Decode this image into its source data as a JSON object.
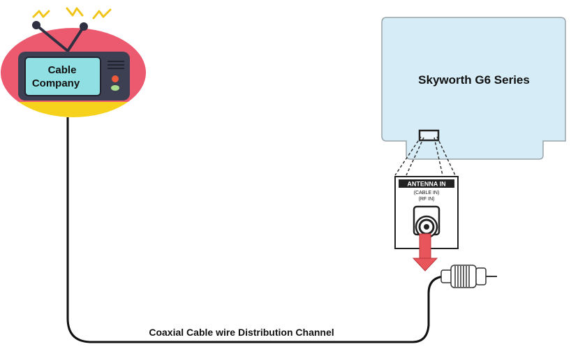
{
  "cable_company": {
    "label_line1": "Cable",
    "label_line2": "Company",
    "badge_color": "#ec5a6f",
    "band_color": "#f7d21c",
    "screen_color": "#8fdfe3",
    "tv_body_color": "#3d3f52"
  },
  "tv": {
    "label": "Skyworth G6 Series",
    "panel_color": "#d6ecf7"
  },
  "port": {
    "title": "ANTENNA IN",
    "line1": "(CABLE IN)",
    "line2": "(RF IN)"
  },
  "cable": {
    "label": "Coaxial Cable wire Distribution Channel",
    "color": "#111111"
  },
  "arrow": {
    "color": "#e8555b"
  }
}
